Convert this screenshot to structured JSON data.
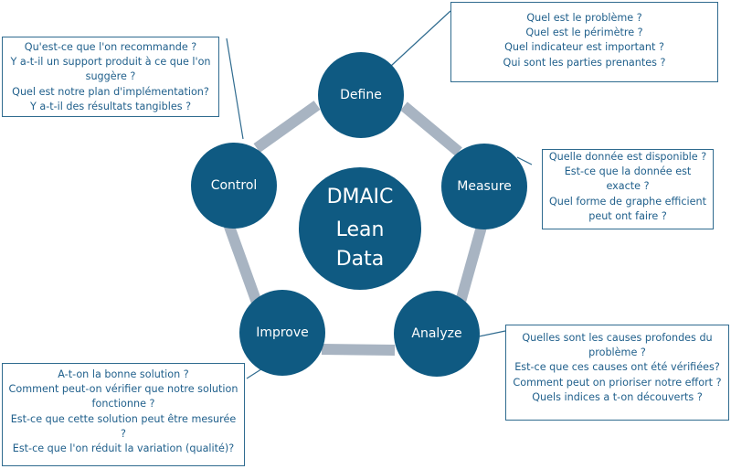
{
  "center": {
    "lines": [
      "DMAIC",
      "Lean",
      "Data"
    ]
  },
  "phases": [
    {
      "key": "define",
      "label": "Define"
    },
    {
      "key": "measure",
      "label": "Measure"
    },
    {
      "key": "analyze",
      "label": "Analyze"
    },
    {
      "key": "improve",
      "label": "Improve"
    },
    {
      "key": "control",
      "label": "Control"
    }
  ],
  "questions": {
    "define": [
      "Quel est le problème ?",
      "Quel est le périmètre ?",
      "Quel indicateur est important ?",
      "Qui sont les parties prenantes ?"
    ],
    "measure": [
      "Quelle donnée est disponible ?",
      "Est-ce que la donnée est exacte ?",
      "Quel forme de graphe efficient peut ont faire ?"
    ],
    "analyze": [
      "Quelles sont les causes profondes du problème ?",
      "Est-ce que ces causes ont été vérifiées?",
      "Comment peut on prioriser notre effort ?",
      "Quels indices a t-on découverts ?"
    ],
    "improve": [
      "A-t-on la bonne solution ?",
      "Comment peut-on vérifier que notre solution fonctionne ?",
      "Est-ce que cette solution peut être mesurée ?",
      "Est-ce que l'on réduit la variation (qualité)?"
    ],
    "control": [
      "Qu'est-ce que l'on recommande ?",
      "Y a-t-il un support produit à ce que l'on suggère ?",
      "Quel est notre plan d'implémentation?",
      "Y a-t-il des résultats tangibles ?"
    ]
  },
  "colors": {
    "node": "#0f5a82",
    "ring": "#a8b4c2",
    "border": "#2f6b8f",
    "text": "#1f5f8b"
  }
}
